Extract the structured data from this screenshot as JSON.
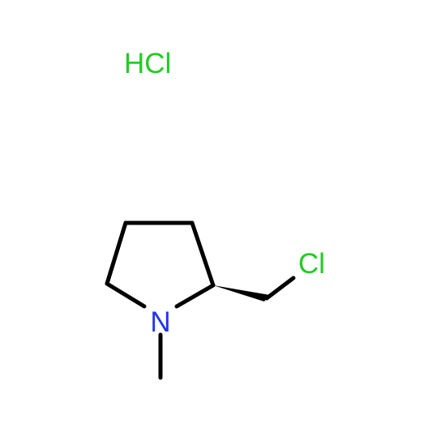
{
  "diagram": {
    "type": "chemical-structure",
    "counterion": {
      "label": "HCl",
      "color": "#22cc22"
    },
    "atoms": {
      "nitrogen": {
        "label": "N",
        "color": "#2233ee"
      },
      "chlorine": {
        "label": "Cl",
        "color": "#22cc22"
      }
    },
    "bond_color": "#000000",
    "stereo_bond": "wedge"
  }
}
